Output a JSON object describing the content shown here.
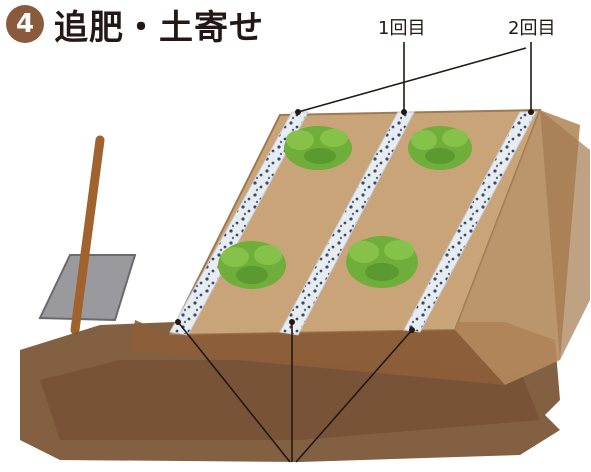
{
  "header": {
    "step_number": "4",
    "title": "追肥・土寄せ"
  },
  "labels": {
    "first_application": "1回目",
    "second_application": "2回目"
  },
  "colors": {
    "badge": "#8b5a3c",
    "soil_light": "#c9a478",
    "soil_dark": "#7a5233",
    "fertilizer": "#e6ecf0",
    "leaf": "#6fae3a",
    "leader_line": "#231815"
  }
}
